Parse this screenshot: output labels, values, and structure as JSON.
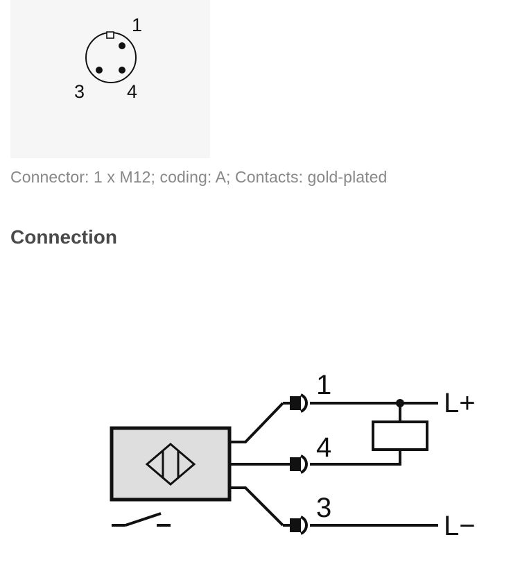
{
  "pinout": {
    "pin_labels": [
      "1",
      "3",
      "4"
    ]
  },
  "caption": "Connector: 1 x M12; coding: A; Contacts: gold-plated",
  "section": {
    "heading": "Connection"
  },
  "wiring": {
    "wire_labels": [
      "1",
      "4",
      "3"
    ],
    "supply_positive": "L+",
    "supply_negative": "L−"
  }
}
